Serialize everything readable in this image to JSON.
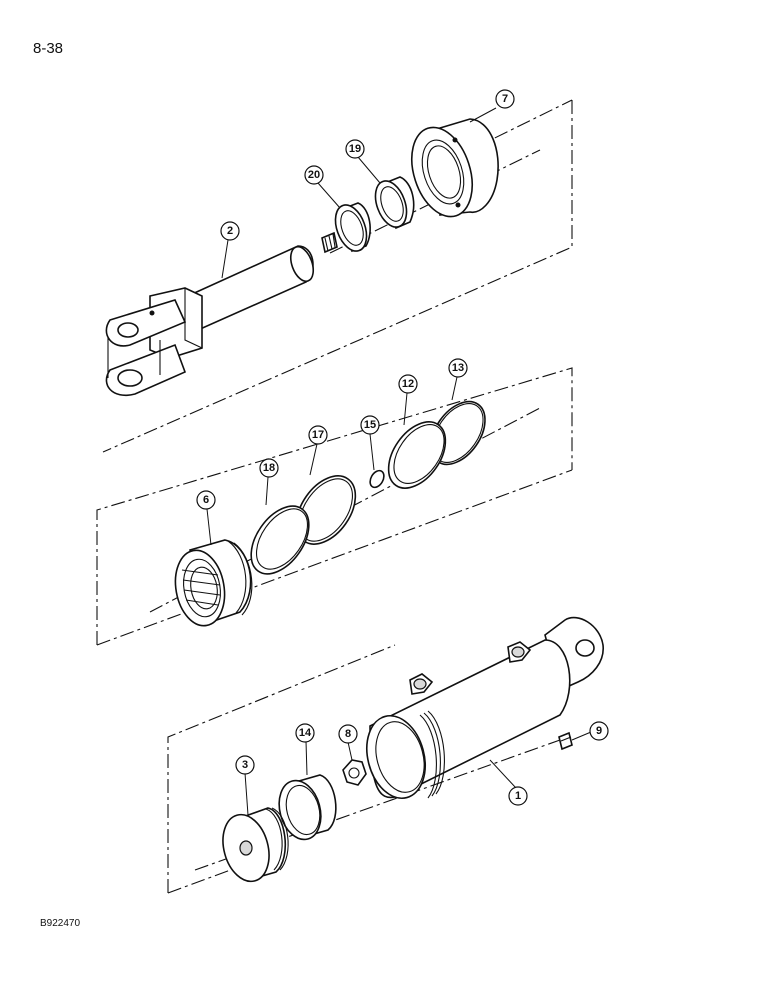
{
  "page": {
    "number": "8-38",
    "figure_code": "B922470"
  },
  "callouts": {
    "c1": "1",
    "c2": "2",
    "c3": "3",
    "c6": "6",
    "c7": "7",
    "c8": "8",
    "c9": "9",
    "c12": "12",
    "c13": "13",
    "c14": "14",
    "c15": "15",
    "c17": "17",
    "c18": "18",
    "c19": "19",
    "c20": "20"
  }
}
